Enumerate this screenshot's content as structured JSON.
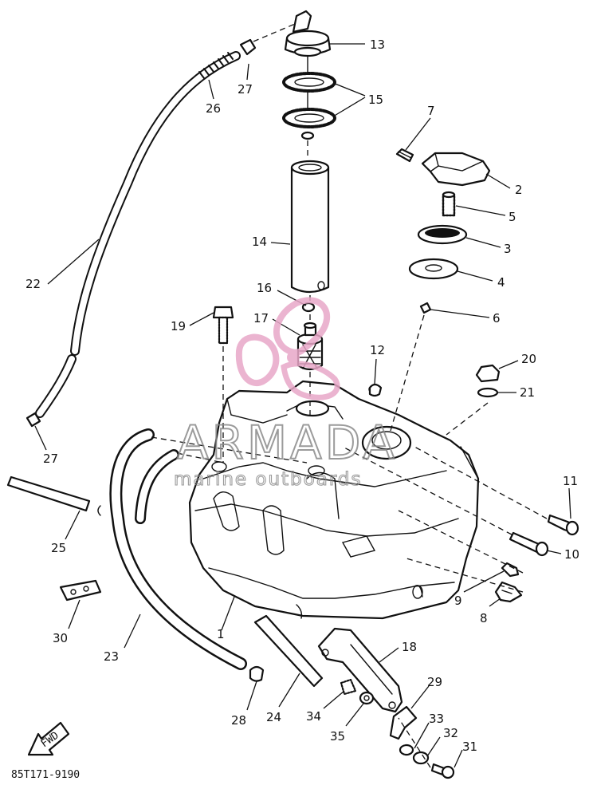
{
  "diagram": {
    "drawing_code": "85T171-9190",
    "fwd_label": "FWD",
    "callouts": [
      {
        "id": "c1",
        "label": "1"
      },
      {
        "id": "c2",
        "label": "2"
      },
      {
        "id": "c3",
        "label": "3"
      },
      {
        "id": "c4",
        "label": "4"
      },
      {
        "id": "c5",
        "label": "5"
      },
      {
        "id": "c6",
        "label": "6"
      },
      {
        "id": "c7",
        "label": "7"
      },
      {
        "id": "c8",
        "label": "8"
      },
      {
        "id": "c9",
        "label": "9"
      },
      {
        "id": "c10",
        "label": "10"
      },
      {
        "id": "c11",
        "label": "11"
      },
      {
        "id": "c12",
        "label": "12"
      },
      {
        "id": "c13",
        "label": "13"
      },
      {
        "id": "c14",
        "label": "14"
      },
      {
        "id": "c15",
        "label": "15"
      },
      {
        "id": "c16",
        "label": "16"
      },
      {
        "id": "c17",
        "label": "17"
      },
      {
        "id": "c18",
        "label": "18"
      },
      {
        "id": "c19",
        "label": "19"
      },
      {
        "id": "c20",
        "label": "20"
      },
      {
        "id": "c21",
        "label": "21"
      },
      {
        "id": "c22",
        "label": "22"
      },
      {
        "id": "c23",
        "label": "23"
      },
      {
        "id": "c24",
        "label": "24"
      },
      {
        "id": "c25",
        "label": "25"
      },
      {
        "id": "c26",
        "label": "26"
      },
      {
        "id": "c27a",
        "label": "27"
      },
      {
        "id": "c27b",
        "label": "27"
      },
      {
        "id": "c28",
        "label": "28"
      },
      {
        "id": "c29",
        "label": "29"
      },
      {
        "id": "c30",
        "label": "30"
      },
      {
        "id": "c31",
        "label": "31"
      },
      {
        "id": "c32",
        "label": "32"
      },
      {
        "id": "c33",
        "label": "33"
      },
      {
        "id": "c34",
        "label": "34"
      },
      {
        "id": "c35",
        "label": "35"
      }
    ]
  },
  "watermark": {
    "brand": "ARMADA",
    "tagline": "marine outboards",
    "logo_color": "#e8a7c8",
    "text_color": "#8a8a8a"
  }
}
